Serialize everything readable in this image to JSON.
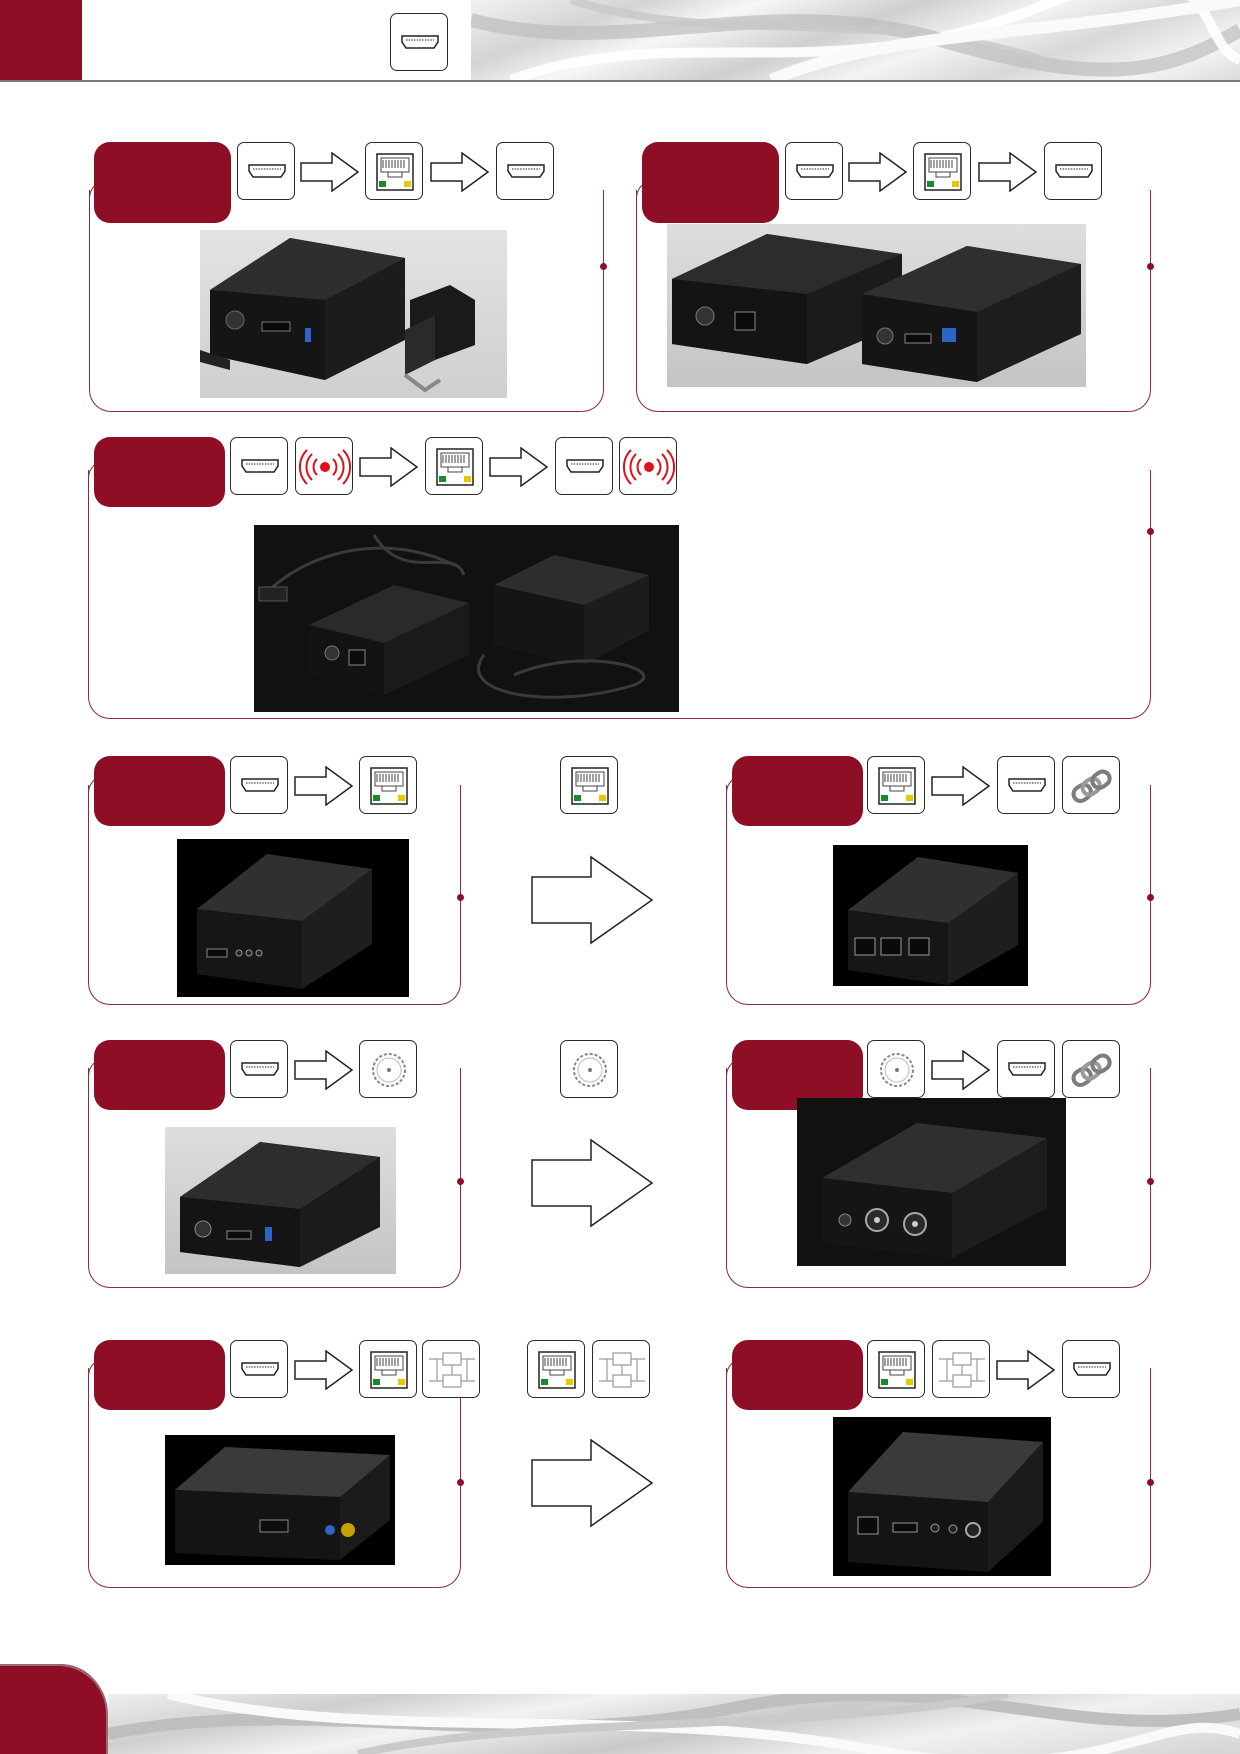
{
  "page": {
    "accent_color": "#8e0f25",
    "outline_color": "#8e2a3c"
  },
  "header": {
    "icon": "hdmi-port-icon"
  },
  "cards": [
    {
      "id": "hdmi-usb-extender",
      "icons": [
        "hdmi-port-icon",
        "arrow-right-icon",
        "rj45-port-icon",
        "arrow-right-icon",
        "hdmi-port-icon"
      ],
      "photo": "hdmi-extender-transmitter-and-dongle"
    },
    {
      "id": "hdmi-cat5-extender-set",
      "icons": [
        "hdmi-port-icon",
        "arrow-right-icon",
        "rj45-port-icon",
        "arrow-right-icon",
        "hdmi-port-icon"
      ],
      "photo": "hdmi-cat5-extender-pair"
    },
    {
      "id": "hdmi-ir-extender-set",
      "icons": [
        "hdmi-port-icon",
        "ir-signal-icon",
        "arrow-right-icon",
        "rj45-port-icon",
        "arrow-right-icon",
        "hdmi-port-icon",
        "ir-signal-icon"
      ],
      "photo": "hdmi-ir-extender-pair-with-cables"
    },
    {
      "id": "hdmi-cat5-transmitter",
      "icons": [
        "hdmi-port-icon",
        "arrow-right-icon",
        "rj45-port-icon"
      ],
      "photo": "hdmi-cat5-transmitter"
    },
    {
      "id": "hdmi-cat5-receiver",
      "icons": [
        "rj45-port-icon",
        "arrow-right-icon",
        "hdmi-port-icon",
        "cascade-link-icon"
      ],
      "photo": "hdmi-cat5-receiver-three-ports"
    },
    {
      "id": "hdmi-coax-transmitter",
      "icons": [
        "hdmi-port-icon",
        "arrow-right-icon",
        "bnc-coax-icon"
      ],
      "photo": "hdmi-coax-transmitter"
    },
    {
      "id": "hdmi-coax-receiver",
      "icons": [
        "bnc-coax-icon",
        "arrow-right-icon",
        "hdmi-port-icon",
        "cascade-link-icon"
      ],
      "photo": "hdmi-coax-receiver-bnc"
    },
    {
      "id": "hdmi-ip-transmitter",
      "icons": [
        "hdmi-port-icon",
        "arrow-right-icon",
        "rj45-port-icon",
        "network-switch-icon"
      ],
      "photo": "hdmi-over-ip-transmitter"
    },
    {
      "id": "hdmi-ip-receiver",
      "icons": [
        "rj45-port-icon",
        "network-switch-icon",
        "arrow-right-icon",
        "hdmi-port-icon"
      ],
      "photo": "hdmi-over-ip-receiver"
    }
  ],
  "connectors": [
    {
      "icons": [
        "rj45-port-icon"
      ],
      "arrow": "big-arrow-right-icon"
    },
    {
      "icons": [
        "bnc-coax-icon"
      ],
      "arrow": "big-arrow-right-icon"
    },
    {
      "icons": [
        "rj45-port-icon",
        "network-switch-icon"
      ],
      "arrow": "big-arrow-right-icon"
    }
  ]
}
